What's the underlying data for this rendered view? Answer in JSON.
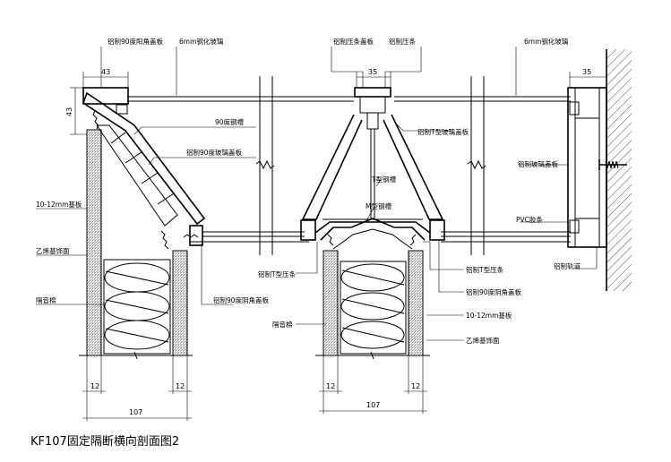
{
  "caption": "KF107固定隔断横向剖面图2",
  "labels": {
    "alu_90_corner_cover_top": "铝制90度阳角盖板",
    "glass_6mm_left": "6mm钢化玻璃",
    "alu_press_cover": "铝制压条盖板",
    "alu_press_strip_top": "铝制压条",
    "glass_6mm_right": "6mm钢化玻璃",
    "steel_90": "90度钢槽",
    "alu_90_glass_cover": "铝制90度玻璃盖板",
    "alu_t_glass_cover": "铝制T型玻璃盖板",
    "alu_glass_cover": "铝制玻璃盖板",
    "t_steel": "T型钢槽",
    "m_steel": "M型钢槽",
    "pvc": "PVC胶条",
    "board_left": "10-12mm基板",
    "vinyl_left": "乙烯基饰面",
    "insulation_left": "隔音棉",
    "alu_90_inner_cover": "铝制90度阴角盖板",
    "alu_t_press_left": "铝制T型压条",
    "alu_t_press_right": "铝制T型压条",
    "alu_90_inner_cover_right": "铝制90度阴角盖板",
    "board_right": "10-12mm基板",
    "insulation_right": "隔音棉",
    "vinyl_right": "乙烯基饰面",
    "alu_track": "铝制轨道"
  },
  "dimensions": {
    "left_top_width": "43",
    "left_top_height": "43",
    "center_top_width": "35",
    "right_top_width": "35",
    "left_board_a": "12",
    "left_board_b": "12",
    "left_total": "107",
    "center_board_a": "12",
    "center_board_b": "12",
    "center_total": "107"
  }
}
